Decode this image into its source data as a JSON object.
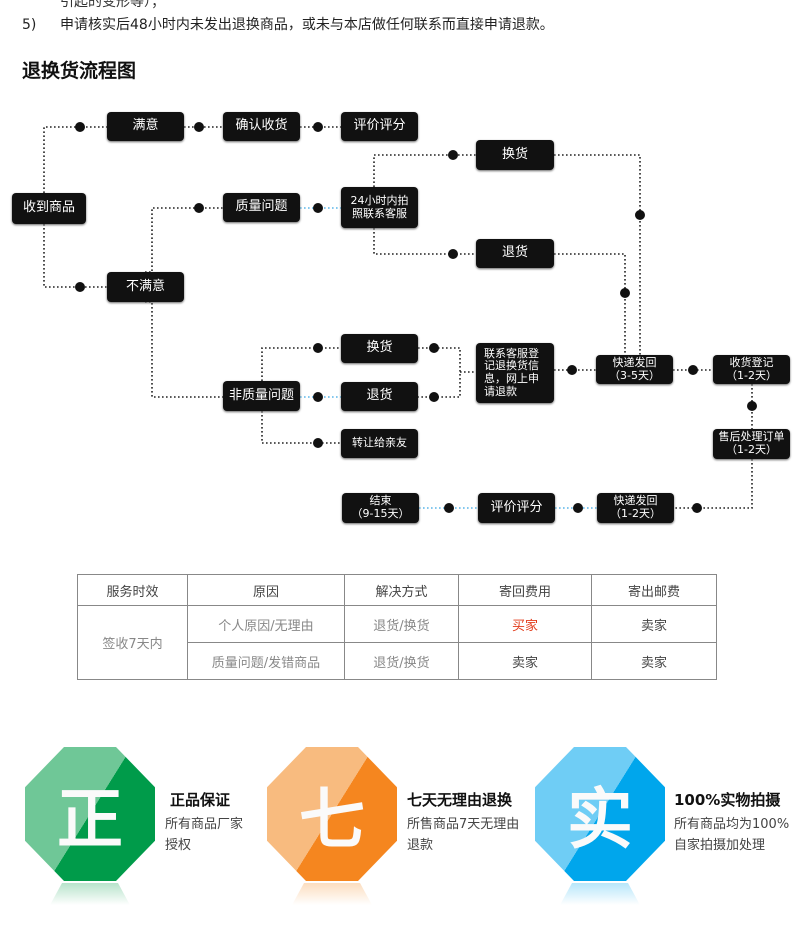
{
  "intro": {
    "partial_line": "引起的变形等）；",
    "item5_num": "5)",
    "item5_text": "申请核实后48小时内未发出退换商品，或未与本店做任何联系而直接申请退款。"
  },
  "section_title": "退换货流程图",
  "flow": {
    "received": "收到商品",
    "satisfied": "满意",
    "confirm": "确认收货",
    "rate1": "评价评分",
    "unsatisfied": "不满意",
    "quality": "质量问题",
    "contact24": "24小时内拍照联系客服",
    "exchange_top": "换货",
    "return_top": "退货",
    "nonquality": "非质量问题",
    "exchange": "换货",
    "return": "退货",
    "transfer": "转让给亲友",
    "register": "联系客服登记退换货信息，网上申请退款",
    "ship_back1_a": "快递发回",
    "ship_back1_b": "（3-5天）",
    "receive_reg_a": "收货登记",
    "receive_reg_b": "（1-2天）",
    "aftersale_a": "售后处理订单",
    "aftersale_b": "（1-2天）",
    "ship_back2_a": "快递发回",
    "ship_back2_b": "（1-2天）",
    "rate2": "评价评分",
    "end_a": "结束",
    "end_b": "（9-15天）"
  },
  "table": {
    "headers": [
      "服务时效",
      "原因",
      "解决方式",
      "寄回费用",
      "寄出邮费"
    ],
    "period": "签收7天内",
    "rows": [
      [
        "个人原因/无理由",
        "退货/换货",
        "买家",
        "卖家"
      ],
      [
        "质量问题/发错商品",
        "退货/换货",
        "卖家",
        "卖家"
      ]
    ],
    "highlight_color": "#e23b1a"
  },
  "badges": [
    {
      "glyph": "正",
      "title": "正品保证",
      "desc": "所有商品厂家授权",
      "color": "#009b4a",
      "light": "#6fc797"
    },
    {
      "glyph": "七",
      "title": "七天无理由退换",
      "desc": "所售商品7天无理由退款",
      "color": "#f5861f",
      "light": "#f8bb7f"
    },
    {
      "glyph": "实",
      "title": "100%实物拍摄",
      "desc": "所有商品均为100%自家拍摄加处理",
      "color": "#00a6ec",
      "light": "#6fcdf5"
    }
  ]
}
